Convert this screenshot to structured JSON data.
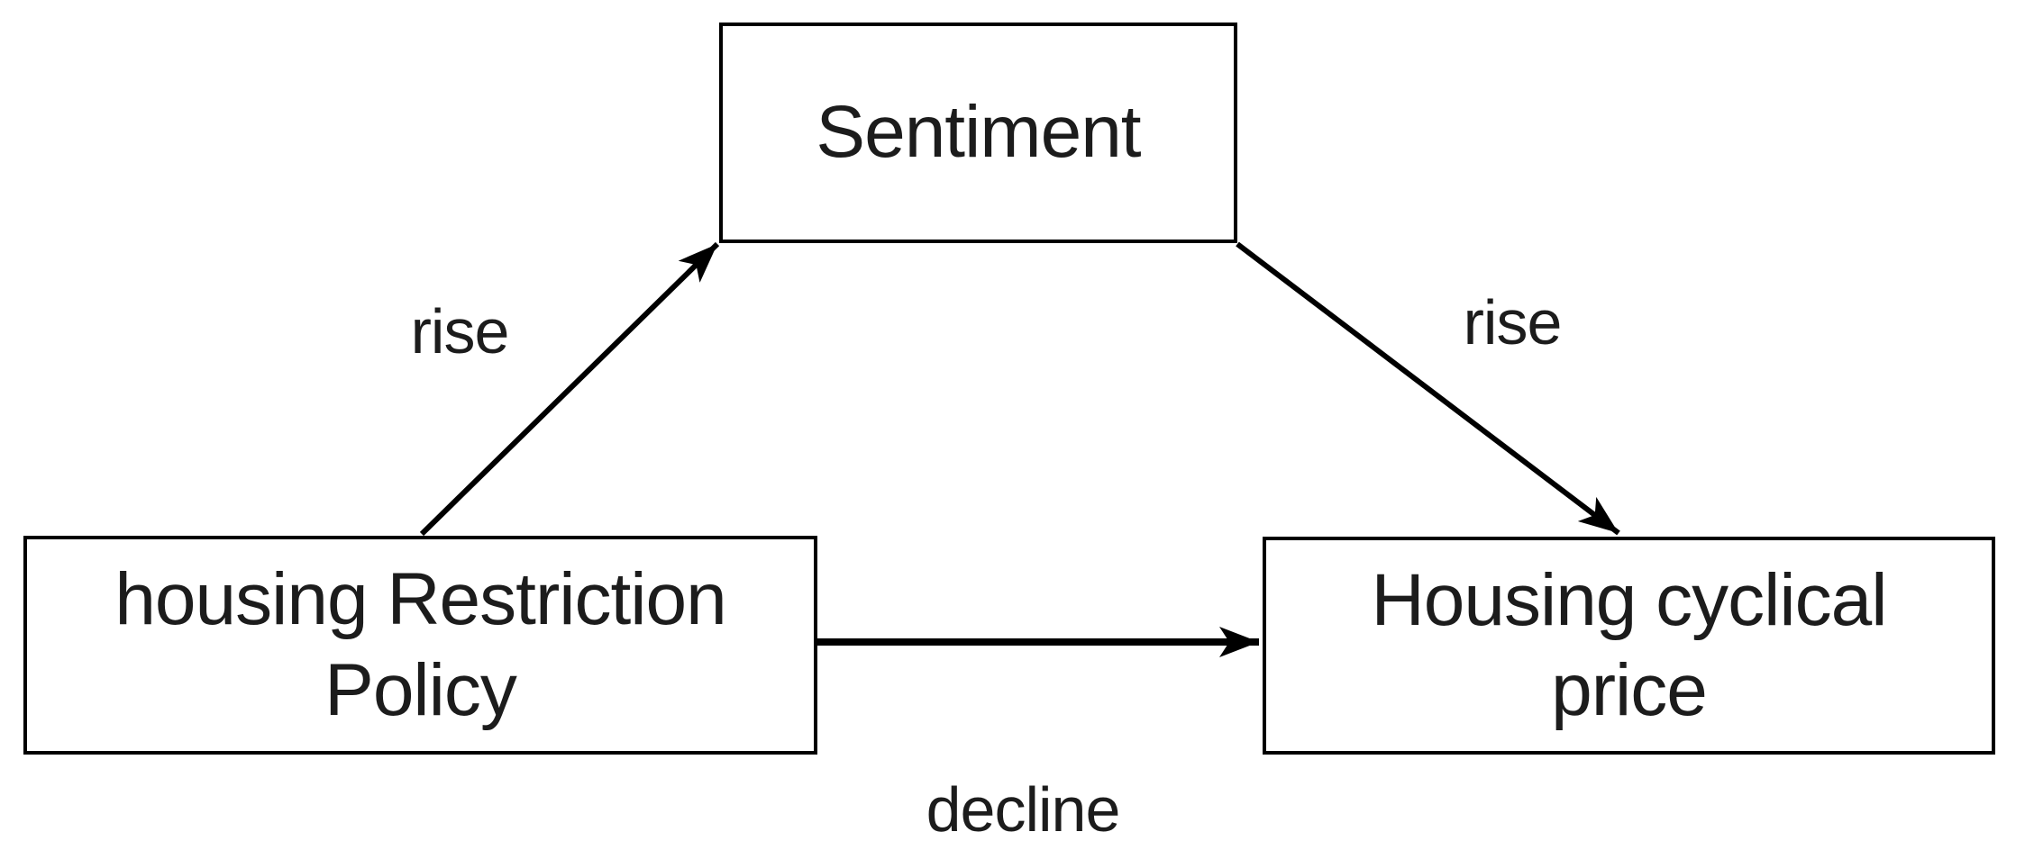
{
  "diagram": {
    "background_color": "#ffffff",
    "stroke_color": "#000000",
    "text_color": "#1c1c1c",
    "nodes": [
      {
        "id": "sentiment",
        "label": "Sentiment"
      },
      {
        "id": "housing-restriction-policy",
        "label": "housing Restriction Policy"
      },
      {
        "id": "housing-cyclical-price",
        "label": "Housing cyclical price"
      }
    ],
    "edges": [
      {
        "from": "housing-restriction-policy",
        "to": "sentiment",
        "label": "rise"
      },
      {
        "from": "sentiment",
        "to": "housing-cyclical-price",
        "label": "rise"
      },
      {
        "from": "housing-restriction-policy",
        "to": "housing-cyclical-price",
        "label": "decline"
      }
    ]
  }
}
